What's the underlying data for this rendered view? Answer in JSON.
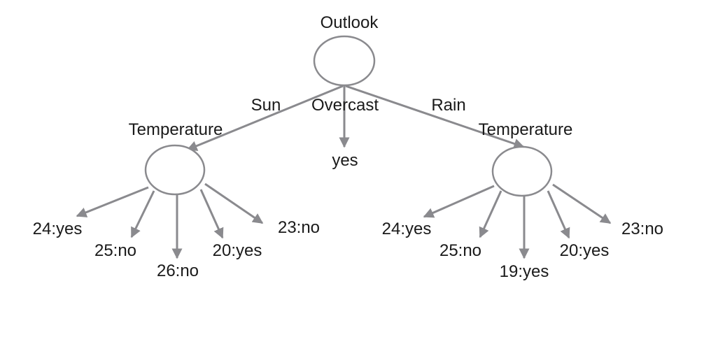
{
  "colors": {
    "stroke": "#8a8a8e",
    "text": "#1a1a1a",
    "background": "#ffffff"
  },
  "root": {
    "label": "Outlook"
  },
  "branches": {
    "sun": "Sun",
    "overcast": "Overcast",
    "rain": "Rain"
  },
  "overcast_leaf": "yes",
  "left_node": {
    "label": "Temperature",
    "leaves": [
      "24:yes",
      "25:no",
      "26:no",
      "20:yes",
      "23:no"
    ]
  },
  "right_node": {
    "label": "Temperature",
    "leaves": [
      "24:yes",
      "25:no",
      "19:yes",
      "20:yes",
      "23:no"
    ]
  }
}
